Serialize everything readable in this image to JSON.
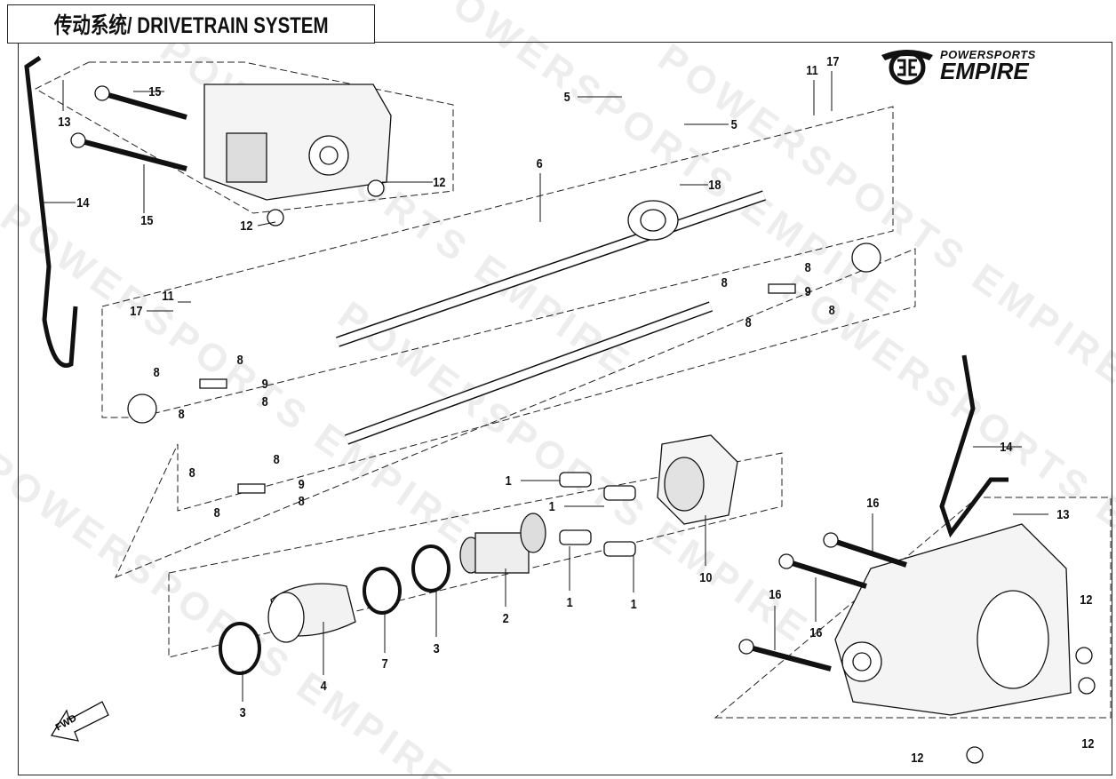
{
  "title": "传动系统/ DRIVETRAIN SYSTEM",
  "logo": {
    "line1": "POWERSPORTS",
    "line2": "EMPIRE"
  },
  "watermark": "POWERSPORTS EMPIRE",
  "fwd_label": "FWD",
  "callouts": {
    "c1": "1",
    "c2": "2",
    "c3": "3",
    "c4": "4",
    "c5": "5",
    "c6": "6",
    "c7": "7",
    "c8": "8",
    "c9": "9",
    "c10": "10",
    "c11": "11",
    "c12": "12",
    "c13": "13",
    "c14": "14",
    "c15": "15",
    "c16": "16",
    "c17": "17",
    "c18": "18"
  }
}
